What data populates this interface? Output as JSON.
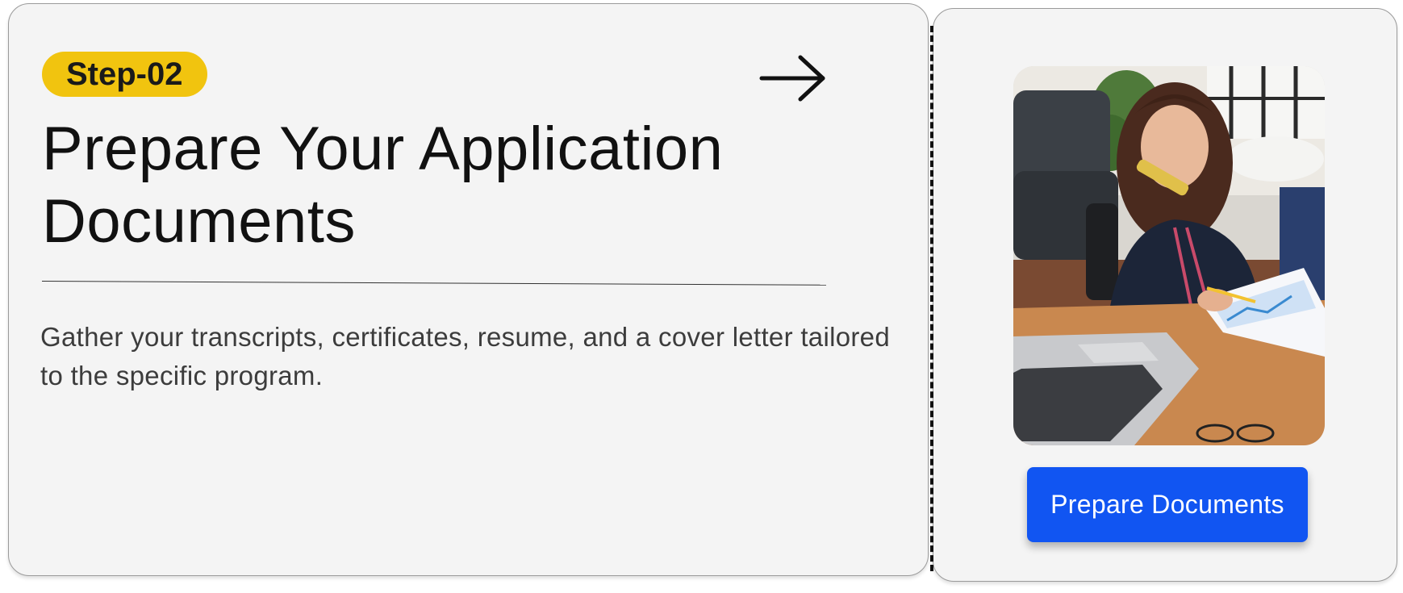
{
  "step": {
    "badge_label": "Step-02"
  },
  "card": {
    "title": "Prepare Your Application Documents",
    "description": "Gather your transcripts, certificates, resume, and a cover letter tailored to the specific program."
  },
  "action": {
    "button_label": "Prepare Documents"
  },
  "icons": {
    "next": "arrow-right-icon"
  },
  "colors": {
    "badge": "#f1c40f",
    "button": "#1155f2",
    "card_bg": "#f4f4f4",
    "text": "#111111"
  }
}
